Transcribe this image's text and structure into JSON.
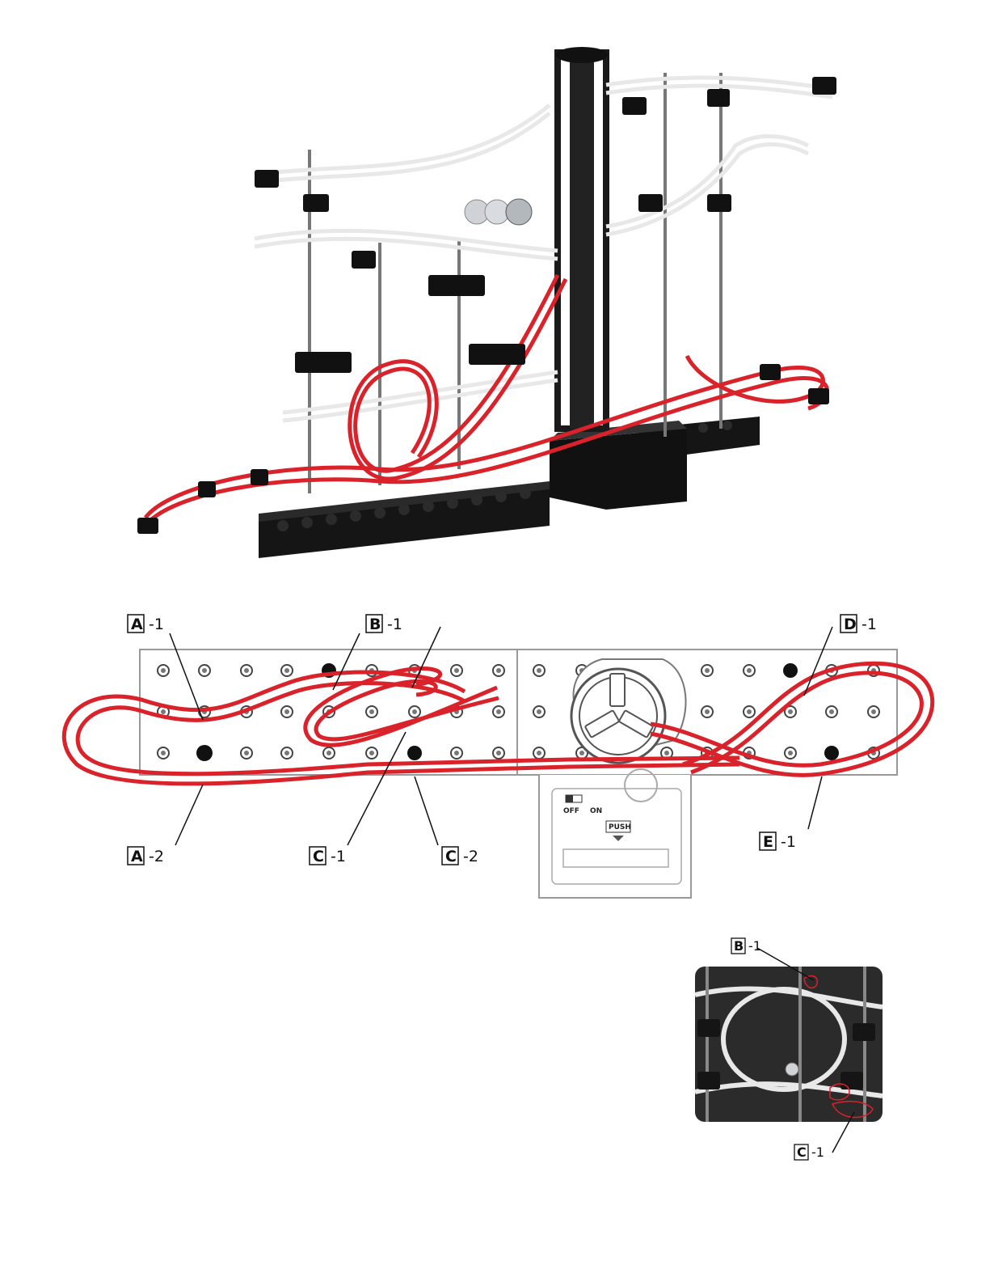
{
  "overview_photo": {
    "alt": ""
  },
  "base_diagram": {
    "labels": [
      {
        "id": "A",
        "num": "-1"
      },
      {
        "id": "B",
        "num": "-1"
      },
      {
        "id": "D",
        "num": "-1"
      },
      {
        "id": "A",
        "num": "-2"
      },
      {
        "id": "C",
        "num": "-1"
      },
      {
        "id": "C",
        "num": "-2"
      },
      {
        "id": "E",
        "num": "-1"
      }
    ],
    "switch_off": "OFF",
    "switch_on": "ON",
    "push": "PUSH"
  },
  "inset_photo": {
    "labels": [
      {
        "id": "B",
        "num": "-1"
      },
      {
        "id": "C",
        "num": "-1"
      }
    ]
  },
  "colors": {
    "track_red": "#d9222a",
    "track_white": "#f2f2f2",
    "frame_black": "#1a1a1a"
  }
}
